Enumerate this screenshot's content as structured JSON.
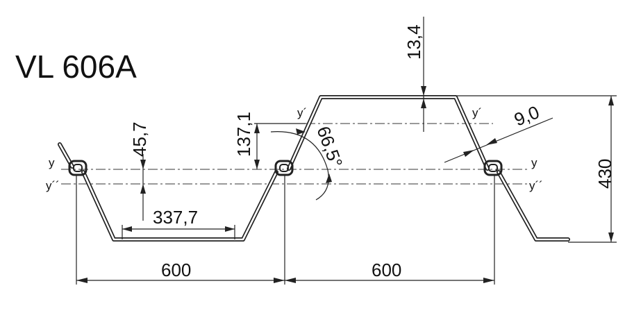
{
  "title": "VL 606A",
  "dimensions": {
    "flange_thickness": "13,4",
    "web_thickness": "9,0",
    "depth": "430",
    "axis_offset": "45,7",
    "neutral_axis_height": "137,1",
    "web_angle": "66,5°",
    "bottom_width": "337,7",
    "pitch_left": "600",
    "pitch_right": "600"
  },
  "axes": {
    "y": "y",
    "y_prime": "y´",
    "y_double_prime": "y´´"
  }
}
